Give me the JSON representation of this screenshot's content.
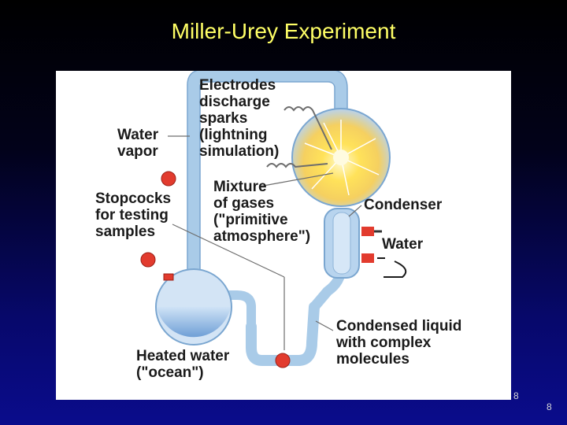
{
  "title": "Miller-Urey Experiment",
  "labels": {
    "electrodes": [
      "Electrodes",
      "discharge",
      "sparks",
      "(lightning",
      "simulation)"
    ],
    "water_vapor": [
      "Water",
      "vapor"
    ],
    "stopcocks": [
      "Stopcocks",
      "for testing",
      "samples"
    ],
    "mixture": [
      "Mixture",
      "of gases",
      "(\"primitive",
      "atmosphere\")"
    ],
    "condenser": [
      "Condenser"
    ],
    "water": [
      "Water"
    ],
    "condensed": [
      "Condensed liquid",
      "with complex",
      "molecules"
    ],
    "heated": [
      "Heated water",
      "(\"ocean\")"
    ]
  },
  "page_number_inner": "8",
  "page_number_outer": "8",
  "colors": {
    "title": "#ffff66",
    "glass": "#a9cbe8",
    "liquid": "#7fb0e0",
    "stopcock": "#e23b2e",
    "spark": "#ffe25a"
  }
}
